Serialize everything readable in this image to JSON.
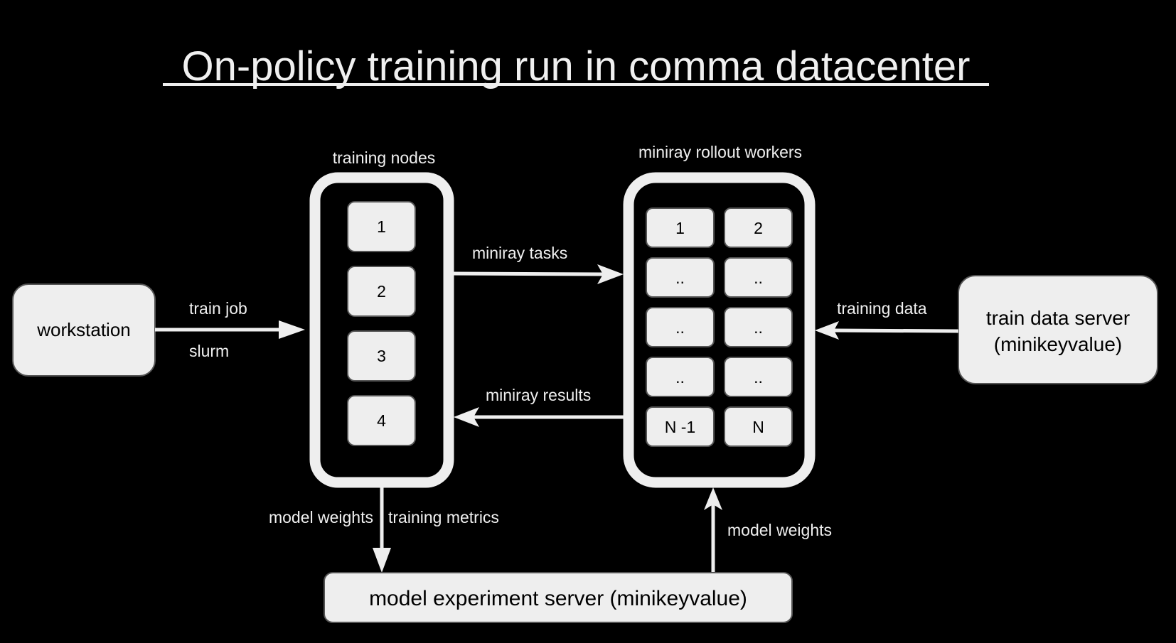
{
  "title": "On-policy training run in comma datacenter",
  "nodes": {
    "workstation": "workstation",
    "training_nodes": {
      "label": "training nodes",
      "items": [
        "1",
        "2",
        "3",
        "4"
      ]
    },
    "rollout_workers": {
      "label": "miniray rollout workers",
      "items": [
        "1",
        "2",
        "..",
        "..",
        "..",
        "..",
        "..",
        "..",
        "N -1",
        "N"
      ]
    },
    "train_data_server": {
      "line1": "train data server",
      "line2": "(minikeyvalue)"
    },
    "model_experiment_server": "model experiment server (minikeyvalue)"
  },
  "edges": {
    "train_job": "train job",
    "slurm": "slurm",
    "miniray_tasks": "miniray tasks",
    "miniray_results": "miniray results",
    "training_data": "training data",
    "model_weights_down": "model weights",
    "training_metrics": "training metrics",
    "model_weights_up": "model weights"
  },
  "colors": {
    "background": "#000000",
    "box_fill": "#eeeeee",
    "line": "#eeeeee",
    "text_light": "#f0f0f0",
    "text_dark": "#000000"
  }
}
